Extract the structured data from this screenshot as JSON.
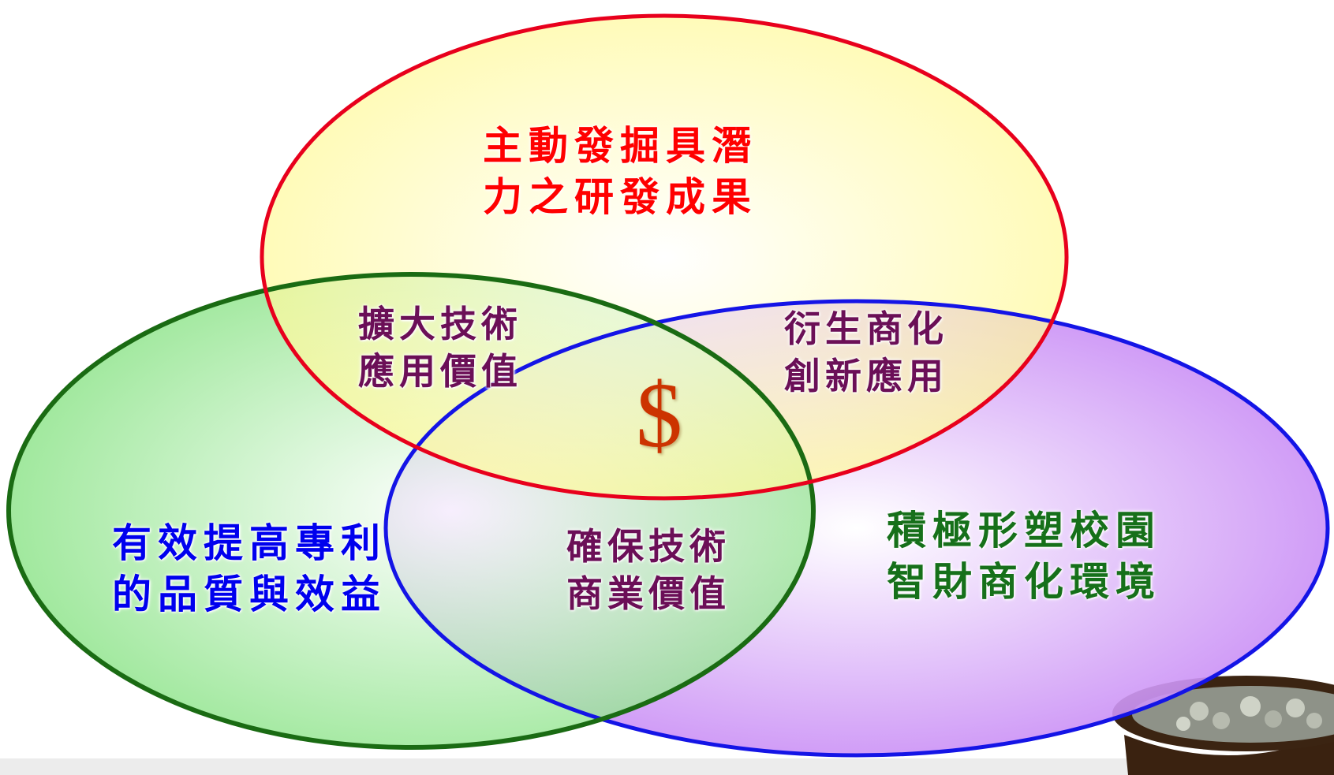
{
  "colors": {
    "top_stroke": "#e8001c",
    "left_stroke": "#1a6b13",
    "right_stroke": "#1414e6",
    "top_fill": "#fff88a",
    "left_fill": "#7ee07a",
    "right_fill": "#c17cf4",
    "top_text": "#ff0000",
    "left_text": "#0000ee",
    "right_text": "#16701a",
    "overlap_text": "#6b0f57",
    "dollar": "#cc3300"
  },
  "circles": {
    "top": {
      "lines": [
        "主動發掘具潛",
        "力之研發成果"
      ]
    },
    "left": {
      "lines": [
        "有效提高專利",
        "的品質與效益"
      ]
    },
    "right": {
      "lines": [
        "積極形塑校園",
        "智財商化環境"
      ]
    }
  },
  "overlaps": {
    "top_left": {
      "lines": [
        "擴大技術",
        "應用價值"
      ]
    },
    "top_right": {
      "lines": [
        "衍生商化",
        "創新應用"
      ]
    },
    "left_right": {
      "lines": [
        "確保技術",
        "商業價值"
      ]
    }
  },
  "center": {
    "symbol": "$"
  }
}
